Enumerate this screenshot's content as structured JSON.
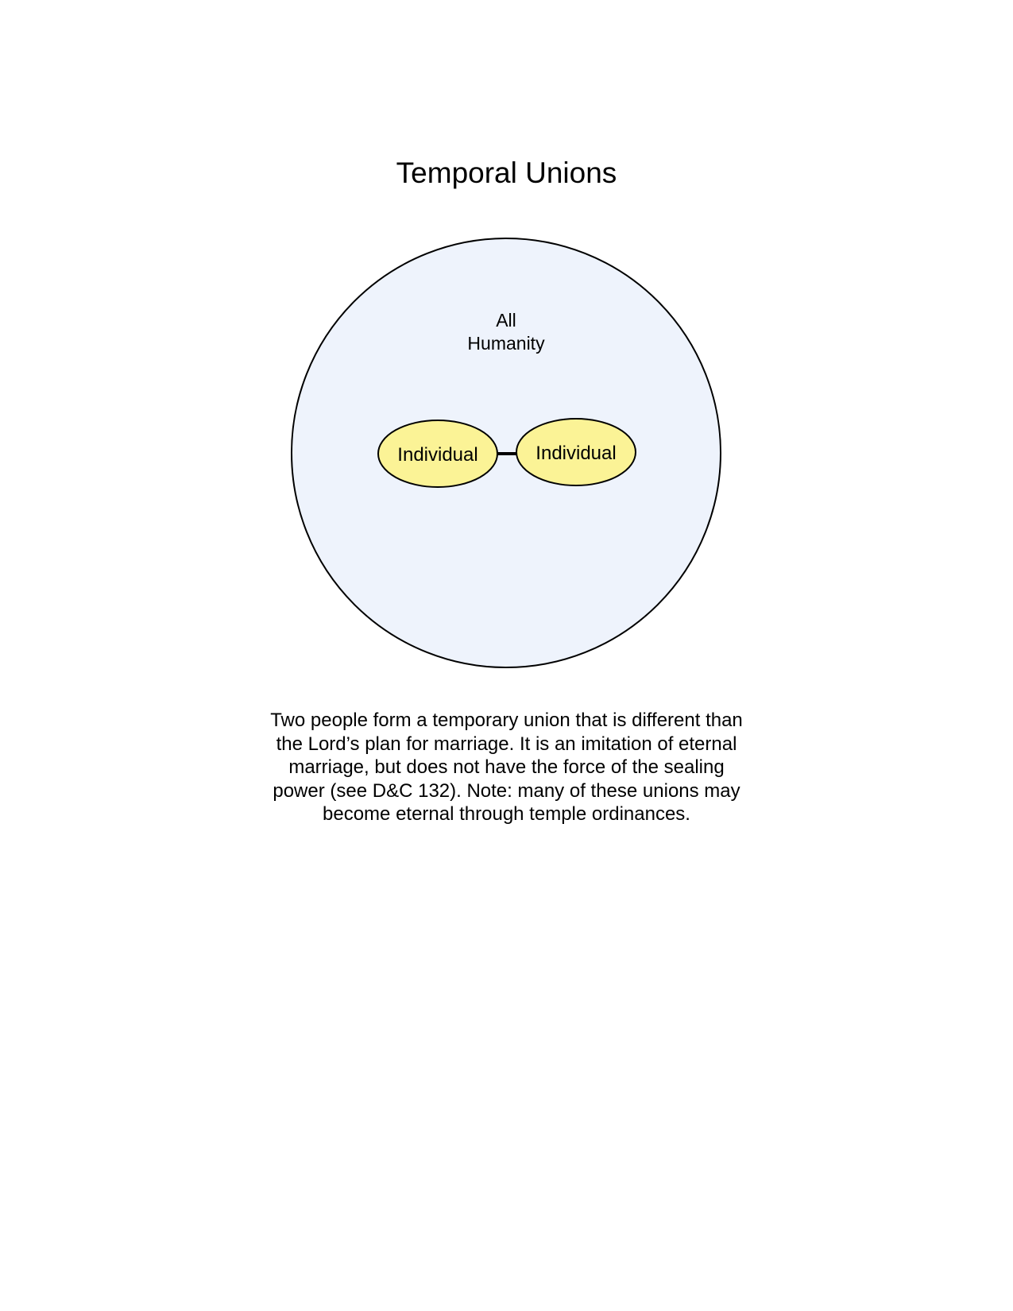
{
  "title": "Temporal Unions",
  "diagram": {
    "outer_label_line1": "All",
    "outer_label_line2": "Humanity",
    "left_node_label": "Individual",
    "right_node_label": "Individual",
    "colors": {
      "outer_fill": "#eef3fc",
      "node_fill": "#fbf396",
      "stroke": "#000000"
    }
  },
  "caption": {
    "lines": [
      "Two people form a temporary union that is different than",
      "the Lord’s plan for marriage.  It is an imitation of eternal",
      "marriage, but does not have the force of the sealing",
      "power (see D&C 132). Note: many of these unions may",
      "become eternal through temple ordinances."
    ]
  }
}
